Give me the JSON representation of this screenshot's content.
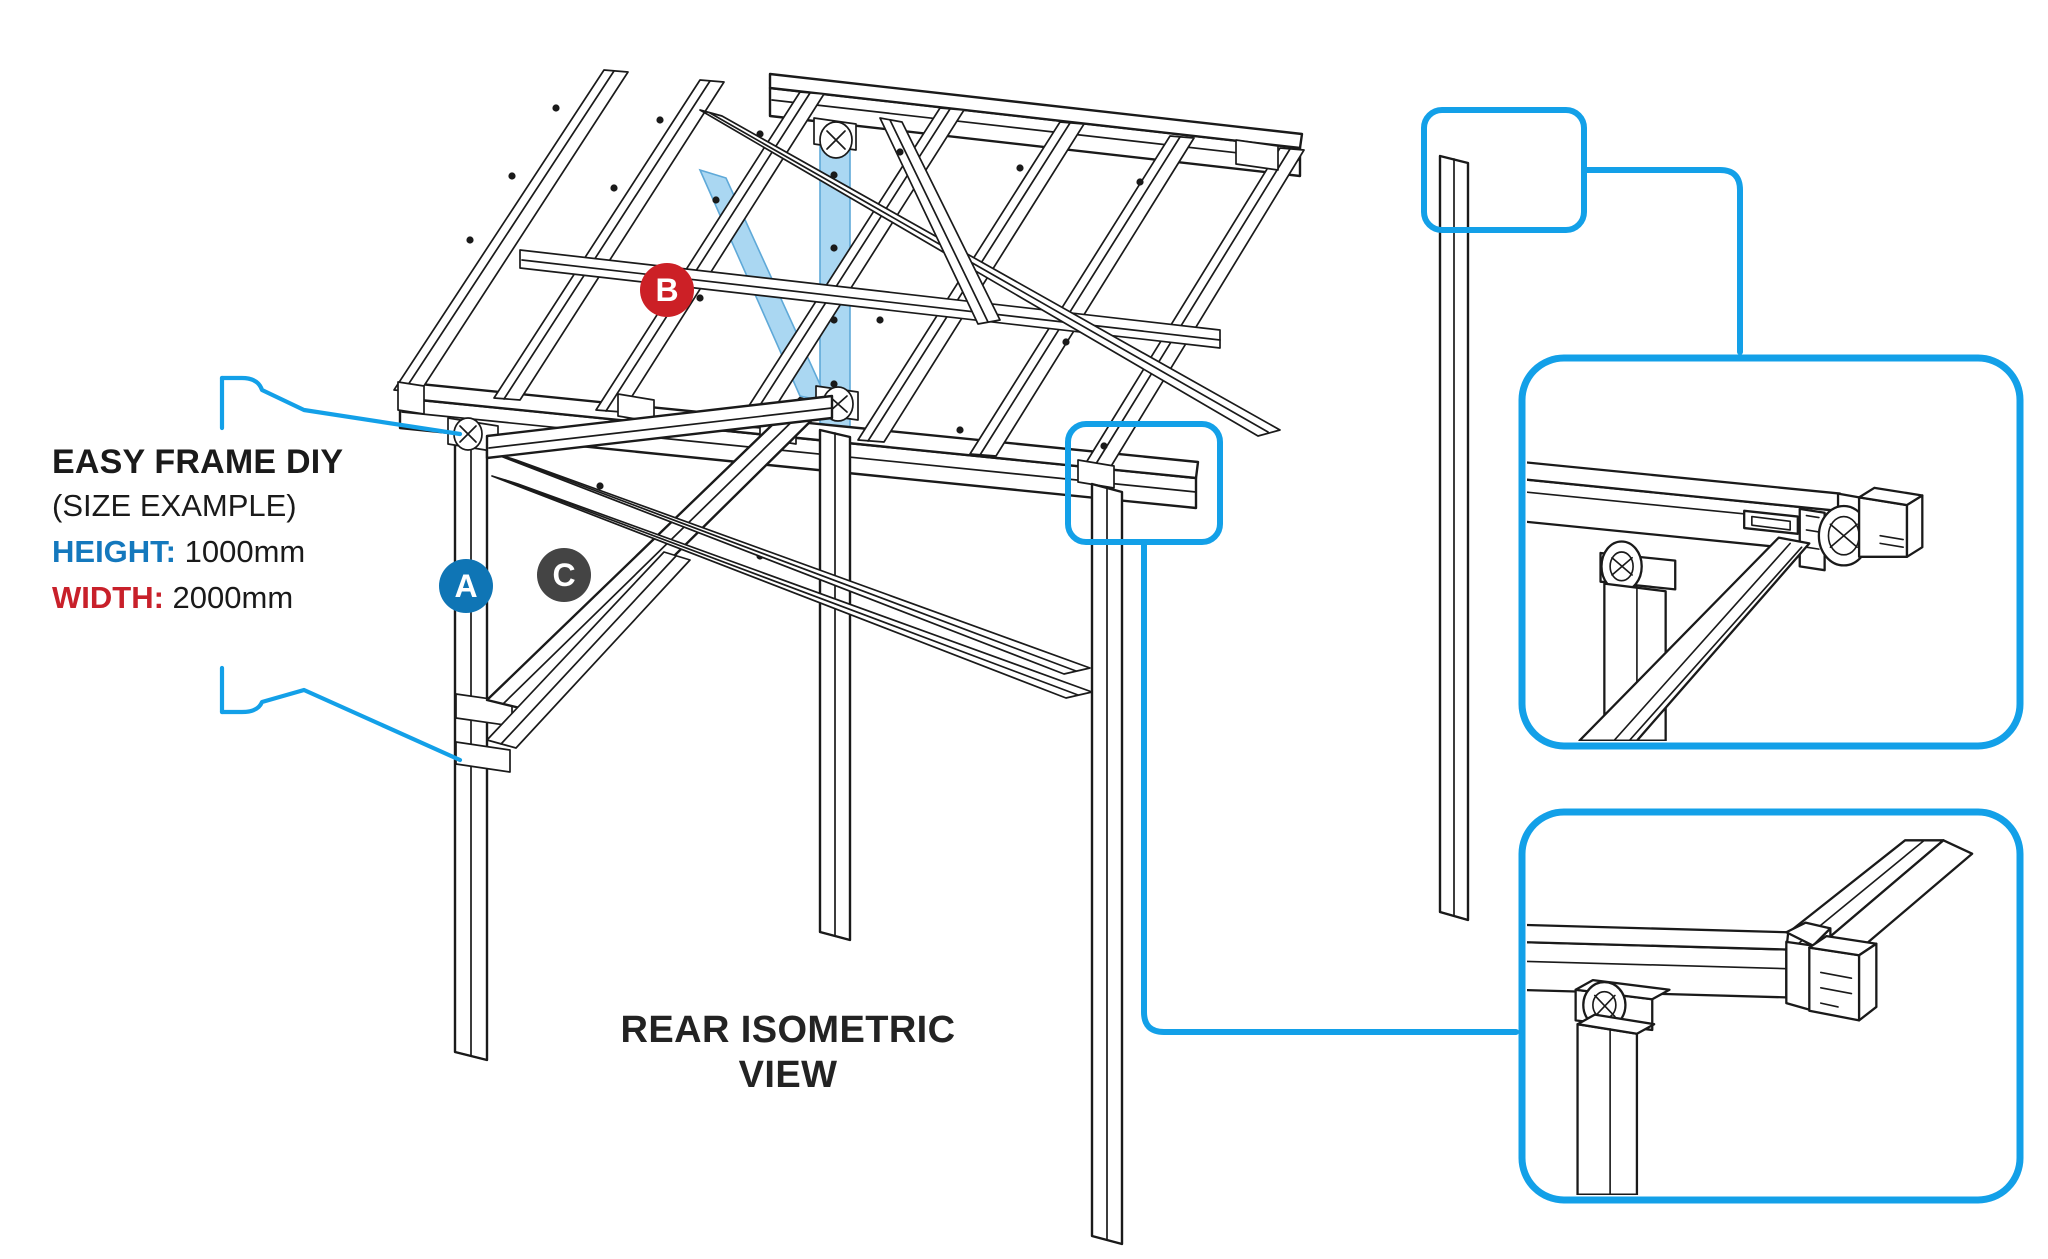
{
  "document": {
    "type": "technical-assembly-diagram",
    "subject": "DIY lean-to canopy / pergola aluminium frame"
  },
  "spec": {
    "title": "EASY FRAME DIY",
    "subtitle": "(SIZE EXAMPLE)",
    "height_key": "HEIGHT:",
    "height_value": "1000mm",
    "width_key": "WIDTH:",
    "width_value": "2000mm"
  },
  "view_caption": {
    "line1": "REAR ISOMETRIC",
    "line2": "VIEW"
  },
  "callouts": [
    {
      "id": "A",
      "label": "A",
      "color": "#0f75b5",
      "target": "vertical-post"
    },
    {
      "id": "B",
      "label": "B",
      "color": "#cc2026",
      "target": "roof-rafter-bay"
    },
    {
      "id": "C",
      "label": "C",
      "color": "#444444",
      "target": "diagonal-brace"
    }
  ],
  "colors": {
    "accent_blue": "#13a0e8",
    "highlight_fill": "#aad7f2",
    "highlight_stroke": "#5fa9d8",
    "line": "#1a1a1a",
    "badge_a": "#0f75b5",
    "badge_b": "#cc2026",
    "badge_c": "#444444",
    "height_label": "#1478bd",
    "width_label": "#c8202a",
    "text": "#1a1a1a"
  },
  "detail_views": [
    {
      "id": "detail-top",
      "depicts": "beam-to-beam corner connector with end cap",
      "source_highlight": "highlight-box-top-right"
    },
    {
      "id": "detail-bottom",
      "depicts": "post-to-beam corner joint with connector",
      "source_highlight": "highlight-box-middle"
    }
  ],
  "highlight_boxes": [
    {
      "id": "highlight-box-top-right",
      "links_to": "detail-top"
    },
    {
      "id": "highlight-box-middle",
      "links_to": "detail-bottom"
    }
  ],
  "left_bracket": {
    "points_to": "vertical-post-A"
  }
}
